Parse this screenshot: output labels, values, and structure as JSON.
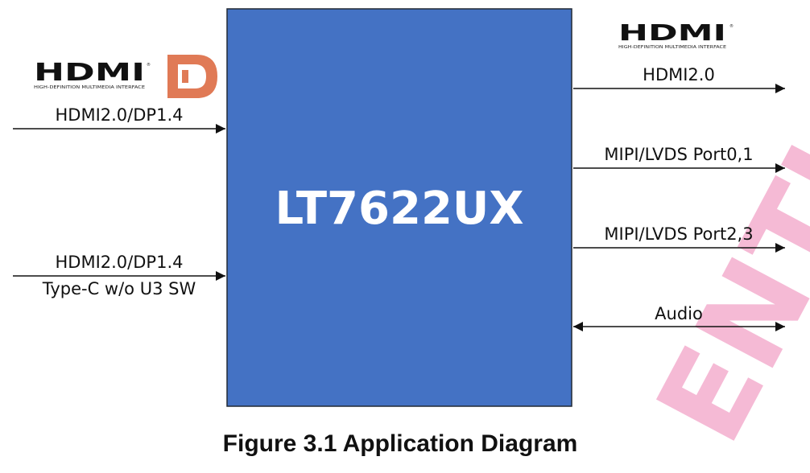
{
  "chip": {
    "name": "LT7622UX",
    "fill": "#4472c4",
    "border": "#222a35"
  },
  "logos": {
    "hdmi_word": "HDMI",
    "hdmi_tagline": "HIGH-DEFINITION MULTIMEDIA INTERFACE",
    "registered": "®",
    "dp_color": "#e07a56"
  },
  "inputs": [
    {
      "label": "HDMI2.0/DP1.4"
    },
    {
      "label": "HDMI2.0/DP1.4",
      "label2": "Type-C w/o U3 SW"
    }
  ],
  "outputs": [
    {
      "label": "HDMI2.0"
    },
    {
      "label": "MIPI/LVDS Port0,1"
    },
    {
      "label": "MIPI/LVDS Port2,3"
    },
    {
      "label": "Audio",
      "bidirectional": true
    }
  ],
  "caption": "Figure 3.1 Application Diagram",
  "watermark": {
    "text": "ENTI",
    "color": "#f2a3c8"
  }
}
